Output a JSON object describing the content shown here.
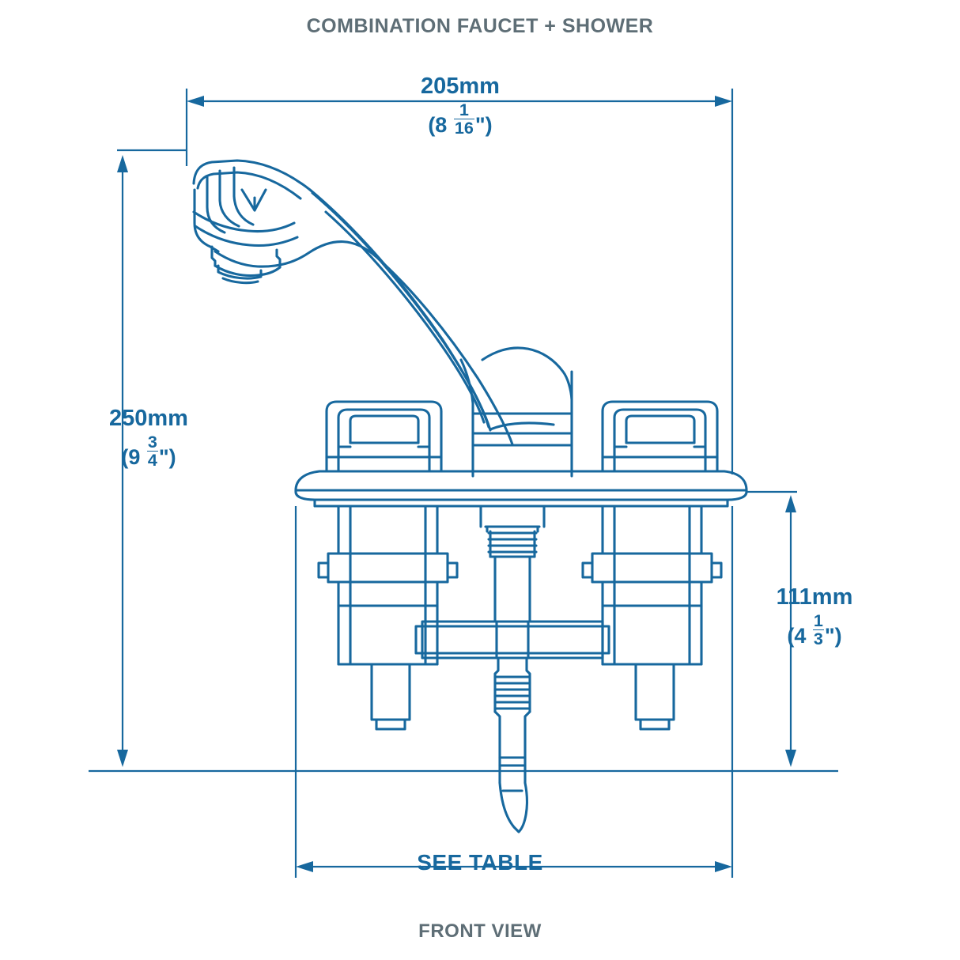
{
  "title": "COMBINATION FAUCET + SHOWER",
  "view_label": "FRONT VIEW",
  "colors": {
    "drawing_line": "#17689e",
    "dimension_text": "#17689e",
    "heading_text": "#5e6e76",
    "background": "#ffffff"
  },
  "dimensions": {
    "width": {
      "metric": "205mm",
      "imperial_whole": "(8",
      "imperial_num": "1",
      "imperial_den": "16",
      "imperial_tail": "\")",
      "name": "overall-width"
    },
    "height": {
      "metric": "250mm",
      "imperial_whole": "(9",
      "imperial_num": "3",
      "imperial_den": "4",
      "imperial_tail": "\")",
      "name": "overall-height"
    },
    "depth": {
      "metric": "111mm",
      "imperial_whole": "(4",
      "imperial_num": "1",
      "imperial_den": "3",
      "imperial_tail": "\")",
      "name": "below-deck-depth"
    },
    "see_table": "SEE TABLE"
  }
}
